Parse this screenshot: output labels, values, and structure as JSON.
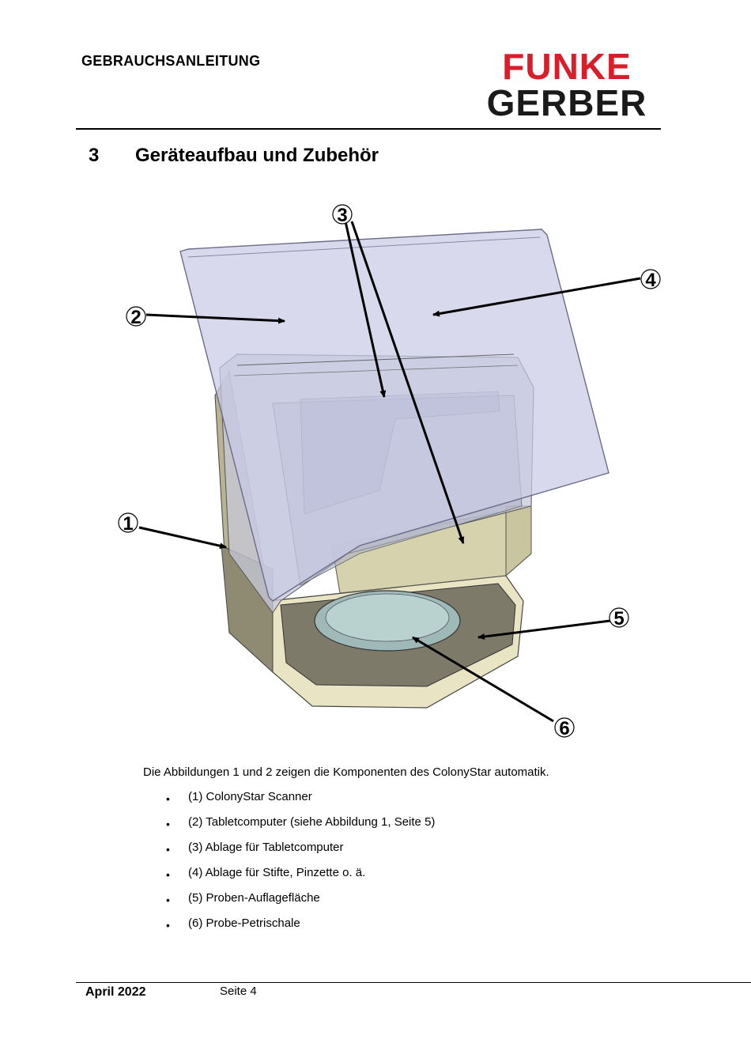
{
  "header": {
    "title": "GEBRAUCHSANLEITUNG",
    "logo": {
      "line1": "FUNKE",
      "line2": "GERBER",
      "color1": "#d81e2a",
      "color2": "#1a1a1a"
    }
  },
  "section": {
    "number": "3",
    "title": "Geräteaufbau und Zubehör"
  },
  "figure": {
    "callouts": [
      "1",
      "2",
      "3",
      "4",
      "5",
      "6"
    ]
  },
  "body": {
    "intro": "Die Abbildungen 1 und 2  zeigen die Komponenten des ColonyStar automatik.",
    "bullet_symbol": "•",
    "items": [
      "(1) ColonyStar Scanner",
      "(2) Tabletcomputer (siehe Abbildung 1, Seite 5)",
      "(3) Ablage für Tabletcomputer",
      "(4) Ablage für Stifte, Pinzette o. ä.",
      "(5) Proben-Auflagefläche",
      "(6) Probe-Petrischale"
    ]
  },
  "footer": {
    "date": "April 2022",
    "page": "Seite 4"
  }
}
